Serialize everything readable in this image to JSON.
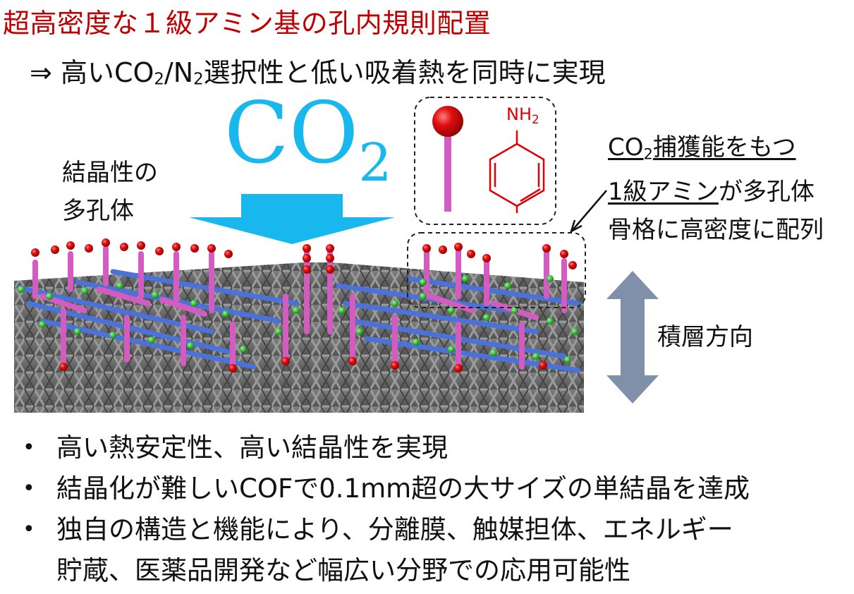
{
  "title": "超高密度な１級アミン基の孔内規則配置",
  "subtitle": {
    "arrow": "⇒",
    "pre": "高いCO",
    "sub1": "2",
    "mid": "/N",
    "sub2": "2",
    "post": "選択性と低い吸着熱を同時に実現"
  },
  "co2_label": {
    "main": "CO",
    "sub": "2"
  },
  "porous_label": {
    "line1": "結晶性の",
    "line2": "多孔体"
  },
  "amine_group": {
    "main": "NH",
    "sub": "2"
  },
  "callout": {
    "line1_a": "CO",
    "line1_sub": "2",
    "line1_b": "捕獲能をもつ",
    "line2_a": "1級アミン",
    "line2_b": "が多孔体",
    "line3": "骨格に高密度に配列"
  },
  "stacking_label": "積層方向",
  "bullets": [
    "高い熱安定性、高い結晶性を実現",
    "結晶化が難しいCOFで0.1mm超の大サイズの単結晶を達成",
    "独自の構造と機能により、分離膜、触媒担体、エネルギー",
    "貯蔵、医薬品開発など幅広い分野での応用可能性"
  ],
  "bullet_symbol": "•",
  "colors": {
    "title": "#c00000",
    "co2": "#18b8ee",
    "amine": "#e00000",
    "stack_arrow": "#8090aa",
    "framework_gray": "#6e6e6e",
    "linker_blue": "#4a72d8",
    "node_magenta": "#d35cc0",
    "atom_green": "#3bc43b",
    "atom_red": "#e01010"
  }
}
